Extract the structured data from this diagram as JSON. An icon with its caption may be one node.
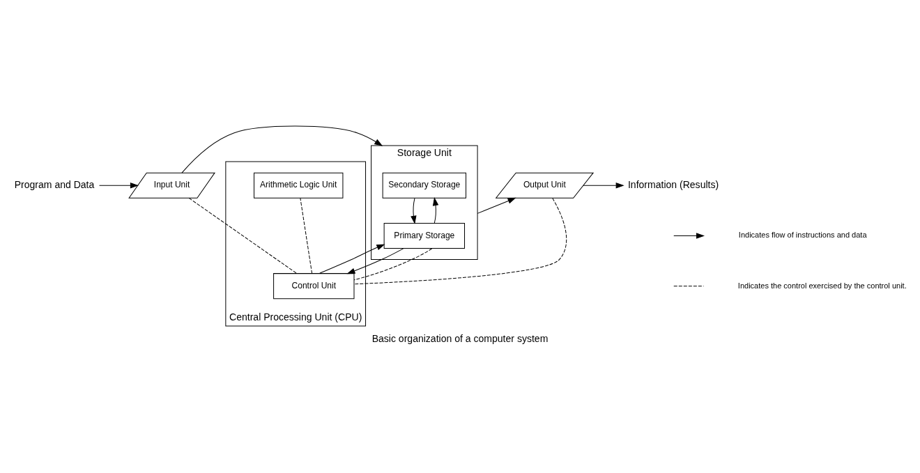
{
  "diagram": {
    "caption": "Basic organization of a computer system",
    "nodes": [
      {
        "text": [
          "Program and Data"
        ]
      },
      {
        "text": [
          "Input Unit"
        ]
      },
      {
        "text": [
          "Storage Unit"
        ]
      },
      {
        "text": [
          "Secondary Storage"
        ],
        "in": 2
      },
      {
        "text": [
          "Primary Storage"
        ],
        "in": 2
      },
      {
        "text": [
          "Output Unit"
        ]
      },
      {
        "text": [
          "Information (Results)"
        ]
      },
      {
        "text": [
          "Central Processing Unit (CPU)"
        ]
      },
      {
        "text": [
          "Control Unit"
        ],
        "in": 7
      },
      {
        "text": [
          "Arithmetic Logic Unit"
        ],
        "in": 7
      }
    ],
    "edges": [
      {
        "from": 0,
        "to": 1,
        "arrow": "to"
      },
      {
        "from": 1,
        "to": 2,
        "arrow": "to"
      },
      {
        "from": 3,
        "to": 4,
        "arrow": "to"
      },
      {
        "from": 4,
        "to": 3,
        "arrow": "to"
      },
      {
        "from": 2,
        "to": 5,
        "arrow": "to"
      },
      {
        "from": 5,
        "to": 6,
        "arrow": "to"
      },
      {
        "from": 4,
        "to": 8,
        "arrow": "to"
      },
      {
        "from": 8,
        "to": 4,
        "arrow": "to"
      },
      {
        "from": 1,
        "to": 8,
        "arrow": "none",
        "style": "dashed"
      },
      {
        "from": 5,
        "to": 8,
        "arrow": "none",
        "style": "dashed"
      },
      {
        "from": 4,
        "to": 8,
        "arrow": "none",
        "style": "dashed"
      },
      {
        "from": 8,
        "to": 9,
        "arrow": "none",
        "style": "dashed"
      }
    ],
    "legend": [
      {
        "text": "Indicates flow of instructions and data"
      },
      {
        "text": "Indicates the control exercised by the control unit."
      }
    ]
  }
}
